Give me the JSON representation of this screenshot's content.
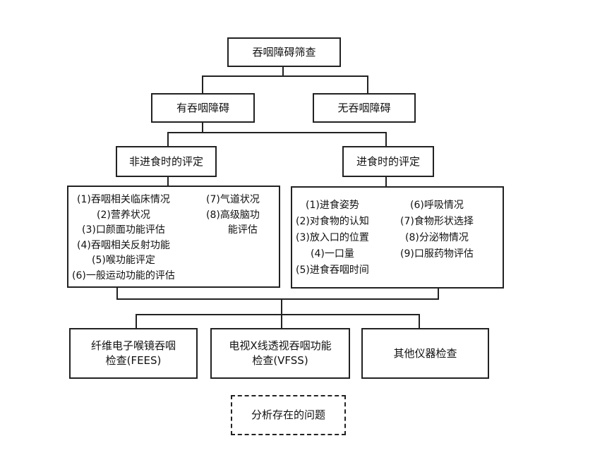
{
  "root": "吞咽障碍筛查",
  "branches": {
    "yes": "有吞咽障碍",
    "no": "无吞咽障碍"
  },
  "evaluations": {
    "non_eating": "非进食时的评定",
    "eating": "进食时的评定"
  },
  "non_eating_items": {
    "col1": [
      "(1)吞咽相关临床情况",
      "(2)营养状况",
      "(3)口颜面功能评估",
      "(4)吞咽相关反射功能",
      "(5)喉功能评定",
      "(6)一般运动功能的评估"
    ],
    "col2": [
      "(7)气道状况",
      "(8)高级脑功",
      "能评估"
    ]
  },
  "eating_items": {
    "col1": [
      "(1)进食姿势",
      "(2)对食物的认知",
      "(3)放入口的位置",
      "(4)一口量",
      "(5)进食吞咽时间"
    ],
    "col2": [
      "(6)呼吸情况",
      "(7)食物形状选择",
      "(8)分泌物情况",
      "(9)口服药物评估"
    ]
  },
  "instruments": [
    {
      "line1": "纤维电子喉镜吞咽",
      "line2": "检查(FEES)"
    },
    {
      "line1": "电视X线透视吞咽功能",
      "line2": "检查(VFSS)"
    },
    {
      "line1": "其他仪器检查",
      "line2": ""
    }
  ],
  "result": "分析存在的问题"
}
